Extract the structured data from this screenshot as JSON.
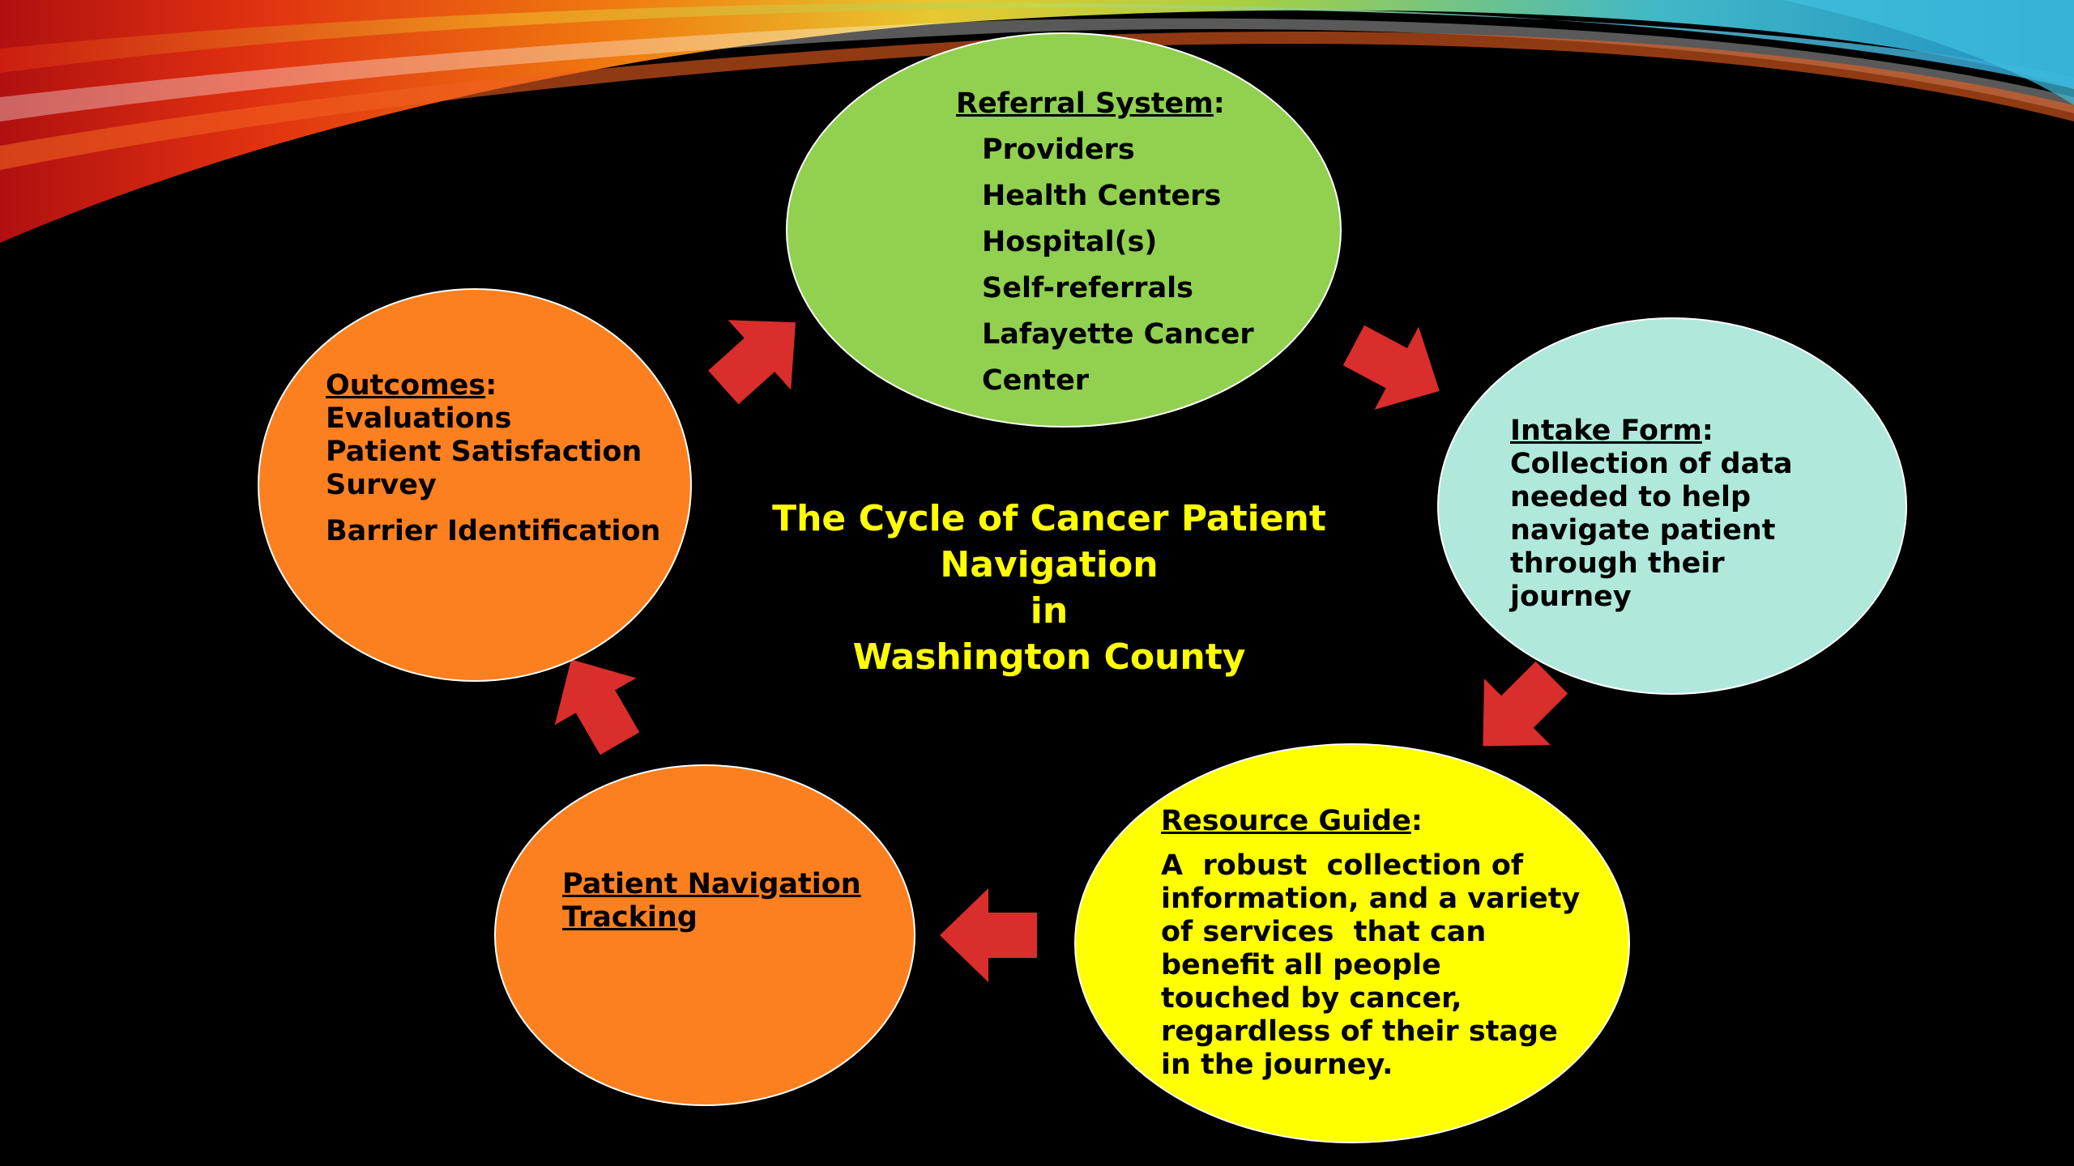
{
  "title": {
    "lines": [
      "The Cycle of Cancer Patient",
      "Navigation",
      "in",
      "Washington County"
    ]
  },
  "colors": {
    "background": "#000000",
    "title": "#ffff00",
    "arrow": "#d92e2b",
    "referral": "#92d050",
    "intake": "#b0e8dc",
    "resource": "#ffff00",
    "tracking": "#fd8020",
    "outcomes": "#fd8020"
  },
  "nodes": {
    "referral": {
      "heading": "Referral System",
      "items": [
        "Providers",
        "Health Centers",
        "Hospital(s)",
        "Self-referrals",
        "Lafayette Cancer",
        "Center"
      ]
    },
    "intake": {
      "heading": "Intake Form",
      "lines": [
        "Collection of data",
        "needed to help",
        "navigate patient",
        "through their journey"
      ]
    },
    "resource": {
      "heading": "Resource Guide",
      "lines": [
        "A  robust  collection of",
        "information, and a variety",
        "of services  that can",
        "benefit all people",
        "touched by cancer,",
        "regardless of their stage",
        "in the journey."
      ]
    },
    "tracking": {
      "lines": [
        "Patient Navigation",
        "Tracking"
      ]
    },
    "outcomes": {
      "heading": "Outcomes",
      "items": [
        "Evaluations",
        "Patient Satisfaction",
        "Survey"
      ],
      "extra": "Barrier Identification"
    }
  },
  "arrows": [
    {
      "from": "outcomes",
      "to": "referral",
      "icon": "arrow-icon"
    },
    {
      "from": "referral",
      "to": "intake",
      "icon": "arrow-icon"
    },
    {
      "from": "intake",
      "to": "resource",
      "icon": "arrow-icon"
    },
    {
      "from": "resource",
      "to": "tracking",
      "icon": "arrow-icon"
    },
    {
      "from": "tracking",
      "to": "outcomes",
      "icon": "arrow-icon"
    }
  ]
}
